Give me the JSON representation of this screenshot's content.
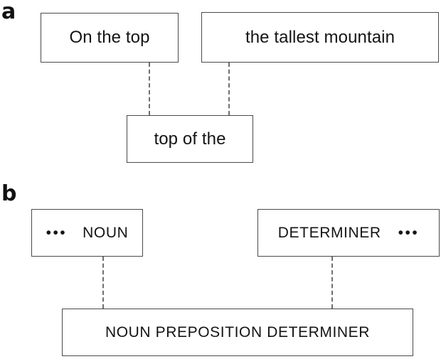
{
  "figure": {
    "panels": [
      {
        "id": "a",
        "label": "a",
        "nodes": {
          "left": "On the top",
          "right": "the tallest mountain",
          "bottom": "top of the"
        }
      },
      {
        "id": "b",
        "label": "b",
        "nodes": {
          "left_ellipsis": "•••",
          "left": "NOUN",
          "right": "DETERMINER",
          "right_ellipsis": "•••",
          "bottom": "NOUN PREPOSITION DETERMINER"
        }
      }
    ],
    "colors": {
      "box_border": "#4a4a4a",
      "connector": "#707070",
      "text": "#141414",
      "background": "#ffffff"
    }
  }
}
